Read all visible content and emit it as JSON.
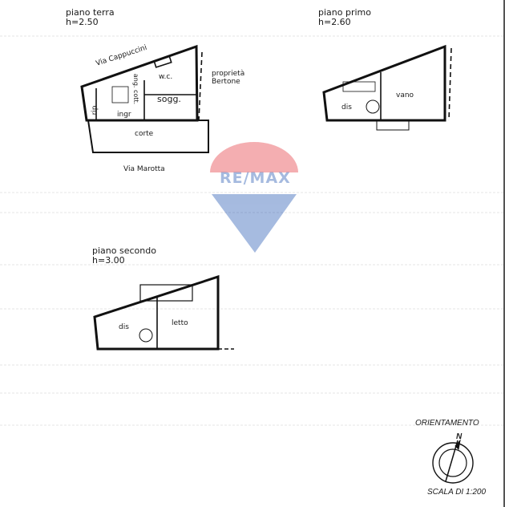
{
  "floors": [
    {
      "title": "piano terra",
      "height": "h=2.50",
      "rooms": [
        "rip.",
        "ang. cott.",
        "ingr",
        "w.c.",
        "sogg.",
        "corte"
      ],
      "streets": [
        "Via Cappuccini",
        "Via Marotta"
      ],
      "neighbor": [
        "proprietà",
        "Bertone"
      ]
    },
    {
      "title": "piano primo",
      "height": "h=2.60",
      "rooms": [
        "dis",
        "vano"
      ]
    },
    {
      "title": "piano secondo",
      "height": "h=3.00",
      "rooms": [
        "dis",
        "letto"
      ]
    }
  ],
  "watermark": {
    "text": "RE/MAX",
    "colors": {
      "red": "#e11b22",
      "blue": "#003da5"
    }
  },
  "orientation": {
    "title": "ORIENTAMENTO",
    "north": "N"
  },
  "scale": {
    "label": "SCALA DI 1:200"
  }
}
